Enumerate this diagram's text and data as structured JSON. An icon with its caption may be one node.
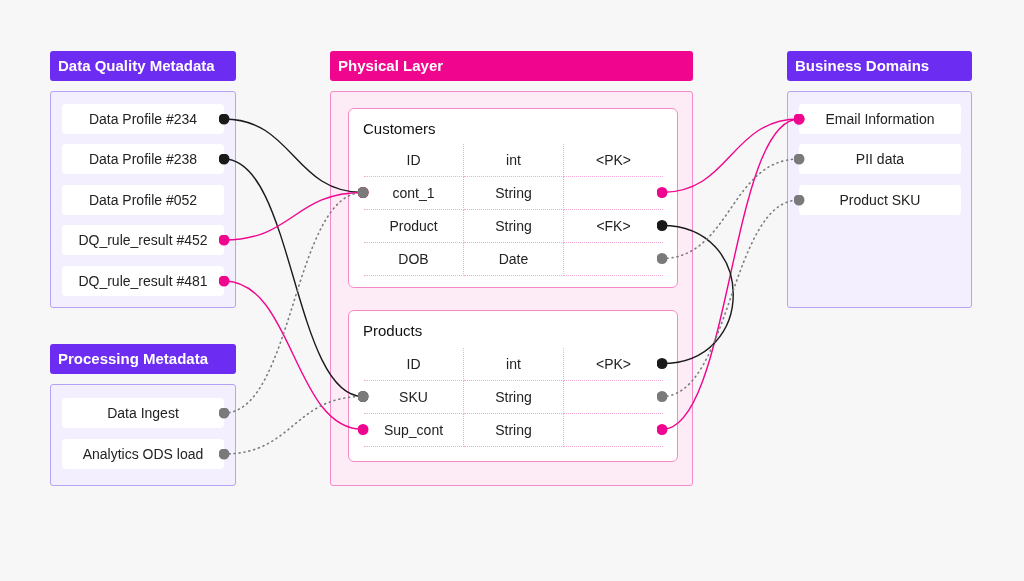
{
  "diagram": {
    "nodes": [
      {
        "text": [
          "Data Quality Metadata"
        ]
      },
      {
        "text": [
          "Data Profile #234"
        ],
        "in": 0
      },
      {
        "text": [
          "Data Profile #238"
        ],
        "in": 0
      },
      {
        "text": [
          "Data Profile #052"
        ],
        "in": 0
      },
      {
        "text": [
          "DQ_rule_result #452"
        ],
        "in": 0
      },
      {
        "text": [
          "DQ_rule_result #481"
        ],
        "in": 0
      },
      {
        "text": [
          "Processing Metadata"
        ]
      },
      {
        "text": [
          "Data Ingest"
        ],
        "in": 6
      },
      {
        "text": [
          "Analytics ODS load"
        ],
        "in": 6
      },
      {
        "text": [
          "Physical Layer"
        ]
      },
      {
        "text": [
          "Customers"
        ],
        "in": 9
      },
      {
        "text": [
          "ID",
          "int",
          "<PK>"
        ],
        "in": 10
      },
      {
        "text": [
          "cont_1",
          "String"
        ],
        "in": 10
      },
      {
        "text": [
          "Product",
          "String",
          "<FK>"
        ],
        "in": 10
      },
      {
        "text": [
          "DOB",
          "Date"
        ],
        "in": 10
      },
      {
        "text": [
          "Products"
        ],
        "in": 9
      },
      {
        "text": [
          "ID",
          "int",
          "<PK>"
        ],
        "in": 15
      },
      {
        "text": [
          "SKU",
          "String"
        ],
        "in": 15
      },
      {
        "text": [
          "Sup_cont",
          "String"
        ],
        "in": 15
      },
      {
        "text": [
          "Business Domains"
        ]
      },
      {
        "text": [
          "Email Information"
        ],
        "in": 19
      },
      {
        "text": [
          "PII data"
        ],
        "in": 19
      },
      {
        "text": [
          "Product SKU"
        ],
        "in": 19
      }
    ],
    "edges": [
      {
        "from": 1,
        "to": 12,
        "arrow": "other",
        "color": "#1a1a1a"
      },
      {
        "from": 2,
        "to": 17,
        "arrow": "other",
        "color": "#1a1a1a"
      },
      {
        "from": 4,
        "to": 12,
        "arrow": "other"
      },
      {
        "from": 5,
        "to": 18,
        "arrow": "other"
      },
      {
        "from": 7,
        "to": 12,
        "arrow": "other",
        "style": "dashed",
        "color": "#7a7a7a"
      },
      {
        "from": 8,
        "to": 17,
        "arrow": "other",
        "style": "dashed",
        "color": "#7a7a7a"
      },
      {
        "from": 12,
        "to": 20,
        "arrow": "other"
      },
      {
        "from": 18,
        "to": 20,
        "arrow": "other"
      },
      {
        "from": 13,
        "to": 16,
        "arrow": "other",
        "color": "#1a1a1a"
      },
      {
        "from": 14,
        "to": 21,
        "arrow": "other",
        "style": "dashed",
        "color": "#7a7a7a"
      },
      {
        "from": 17,
        "to": 22,
        "arrow": "other",
        "style": "dashed",
        "color": "#7a7a7a"
      }
    ]
  }
}
